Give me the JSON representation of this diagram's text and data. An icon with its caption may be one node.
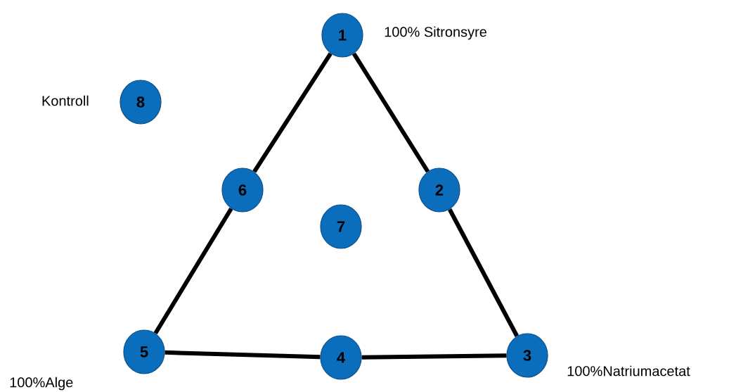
{
  "diagram": {
    "nodes": [
      {
        "text": [
          "1"
        ],
        "beside": [
          "100% Sitronsyre"
        ]
      },
      {
        "text": [
          "2"
        ]
      },
      {
        "text": [
          "3"
        ],
        "beside": [
          "100%Natriumacetat"
        ]
      },
      {
        "text": [
          "4"
        ]
      },
      {
        "text": [
          "5"
        ],
        "beside": [
          "100%Alge"
        ]
      },
      {
        "text": [
          "6"
        ]
      },
      {
        "text": [
          "7"
        ]
      },
      {
        "text": [
          "8"
        ],
        "beside": [
          "Kontroll"
        ]
      }
    ],
    "edges": [
      {
        "from": 0,
        "to": 1,
        "arrow": "none"
      },
      {
        "from": 1,
        "to": 2,
        "arrow": "none"
      },
      {
        "from": 2,
        "to": 3,
        "arrow": "none"
      },
      {
        "from": 3,
        "to": 4,
        "arrow": "none"
      },
      {
        "from": 4,
        "to": 5,
        "arrow": "none"
      },
      {
        "from": 5,
        "to": 0,
        "arrow": "none"
      }
    ]
  }
}
